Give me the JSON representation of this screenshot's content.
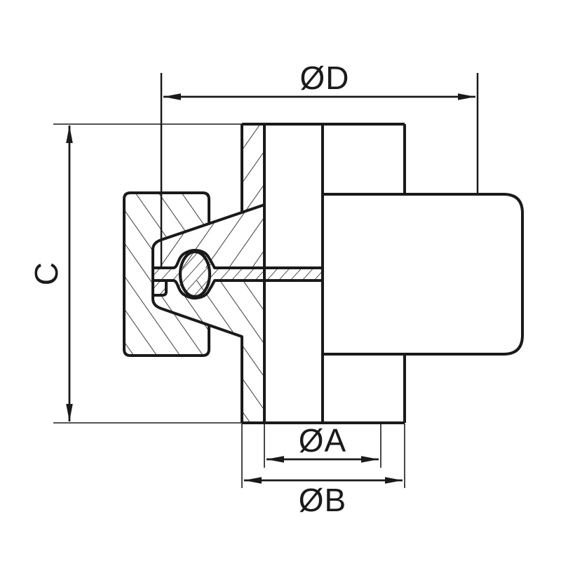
{
  "drawing": {
    "kind": "technical cross-section of a pipe union fitting",
    "background": "#ffffff",
    "line_color": "#1a1a1a",
    "dimensions": {
      "diameter_d": {
        "label": "ØD"
      },
      "height_c": {
        "label": "C"
      },
      "diameter_a": {
        "label": "ØA"
      },
      "diameter_b": {
        "label": "ØB"
      }
    }
  }
}
